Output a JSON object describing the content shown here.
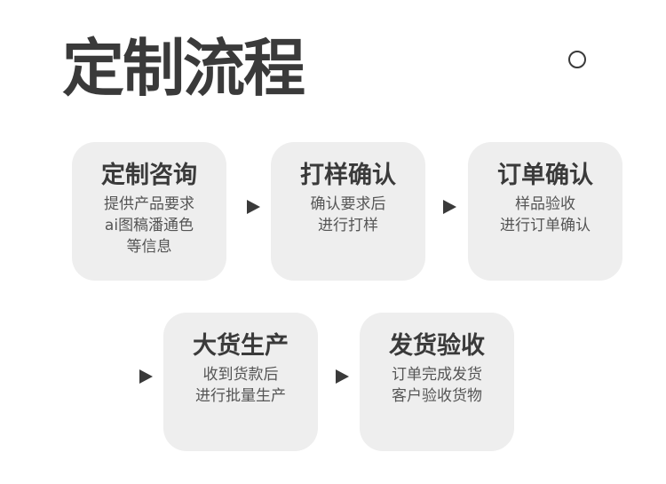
{
  "title": "定制流程",
  "steps": [
    {
      "title": "定制咨询",
      "lines": [
        "提供产品要求",
        "ai图稿潘通色",
        "等信息"
      ]
    },
    {
      "title": "打样确认",
      "lines": [
        "确认要求后",
        "进行打样"
      ]
    },
    {
      "title": "订单确认",
      "lines": [
        "样品验收",
        "进行订单确认"
      ]
    },
    {
      "title": "大货生产",
      "lines": [
        "收到货款后",
        "进行批量生产"
      ]
    },
    {
      "title": "发货验收",
      "lines": [
        "订单完成发货",
        "客户验收货物"
      ]
    }
  ],
  "colors": {
    "text_dark": "#3a3a3a",
    "text_body": "#555555",
    "card_bg": "#eeeeee"
  },
  "icons": {
    "corner": "circle-icon",
    "connector": "play-arrow-icon"
  }
}
